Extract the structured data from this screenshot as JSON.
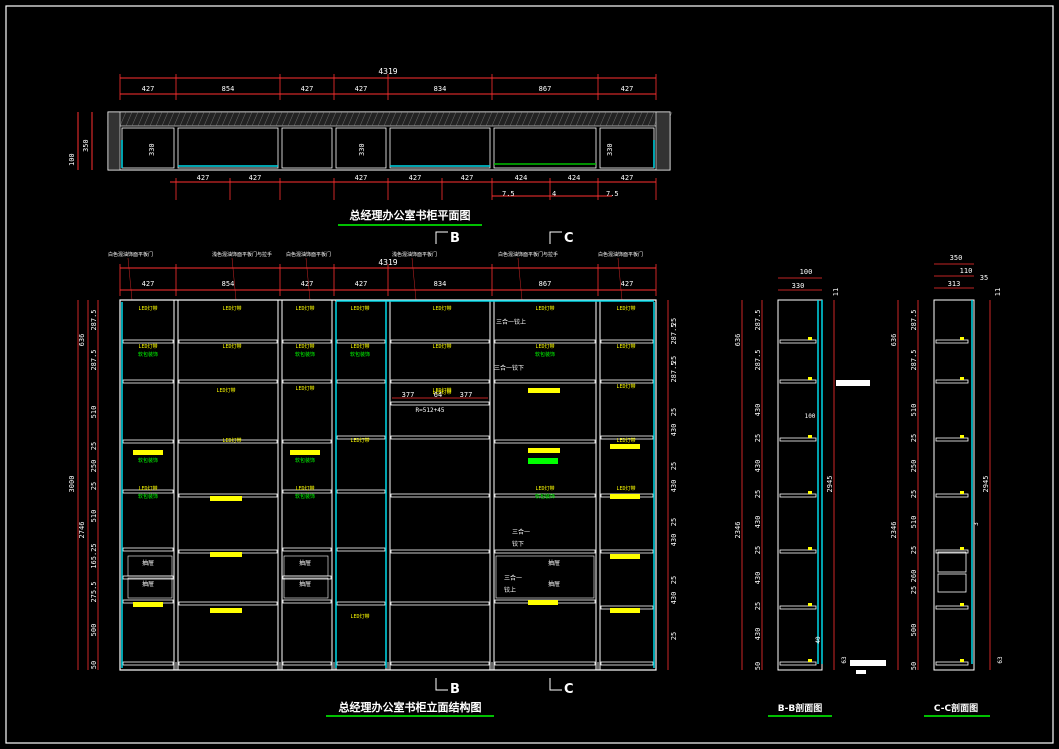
{
  "colors": {
    "background": "#000000",
    "dimension": "#ff3030",
    "frame": "#ffffff",
    "glass": "#00d8e8",
    "title": "#ffffff",
    "underline": "#00c000",
    "light": "#ffff00",
    "green_note": "#00ff00",
    "marker": "#ffff00"
  },
  "plan": {
    "title": "总经理办公室书柜平面图",
    "overall": "4319",
    "top_dims": [
      "427",
      "854",
      "427",
      "427",
      "834",
      "867",
      "427"
    ],
    "bottom_dims": [
      "427",
      "427",
      "427",
      "427",
      "427",
      "424",
      "424",
      "427"
    ],
    "small_dims": [
      "7.5",
      "4",
      "7.5"
    ],
    "left_dims": [
      "100",
      "350",
      "330"
    ],
    "depth_labels": [
      "330",
      "330"
    ]
  },
  "section_markers": {
    "b_top": "B",
    "c_top": "C",
    "b_bottom": "B",
    "c_bottom": "C"
  },
  "elevation": {
    "title": "总经理办公室书柜立面结构图",
    "overall": "4319",
    "top_dims": [
      "427",
      "854",
      "427",
      "427",
      "834",
      "867",
      "427"
    ],
    "notes_top": [
      "白色混油饰面平板门",
      "浅色混油饰面平板门与拉手",
      "白色混油饰面平板门",
      "浅色混油饰面平板门",
      "白色混油饰面平板门与拉手",
      "白色混油饰面平板门"
    ],
    "left_total": "3000",
    "left_total2": "2746",
    "left_dims": [
      "636",
      "287.5",
      "287.5",
      "510",
      "25",
      "250",
      "25",
      "510",
      "165.25",
      "275.5",
      "500",
      "50"
    ],
    "right_dims": [
      "25",
      "287.5",
      "25",
      "287.5",
      "25",
      "430",
      "25",
      "430",
      "25",
      "430",
      "25",
      "430",
      "25"
    ],
    "label_led": "LED灯带",
    "label_green": "软包装饰",
    "label_drawer": "抽屉",
    "note_hinge_up": "三合一铰上",
    "note_hinge_down": "三合一铰下",
    "note_hinge2_up": "三合一",
    "note_hinge2_down": "铰下",
    "note_hinge3_up": "三合一",
    "note_hinge3_down": "铰上",
    "inner_dims": [
      "377",
      "64",
      "377"
    ],
    "inner_note": "R=512+45"
  },
  "section_b": {
    "title": "B-B剖面图",
    "top_dims": [
      "100",
      "330",
      "11"
    ],
    "left_dims": [
      "636",
      "287.5",
      "287.5",
      "430",
      "25",
      "430",
      "25",
      "430",
      "25",
      "430",
      "25",
      "430",
      "50"
    ],
    "left_total": "2346",
    "right_dim": "2945",
    "side_dims": [
      "100",
      "40",
      "63"
    ]
  },
  "section_c": {
    "title": "C-C剖面图",
    "top_dims": [
      "350",
      "110",
      "35",
      "313",
      "11"
    ],
    "left_dims": [
      "636",
      "287.5",
      "287.5",
      "510",
      "25",
      "250",
      "25",
      "510",
      "25",
      "260",
      "25",
      "500",
      "50"
    ],
    "left_total": "2346",
    "right_dim": "2945",
    "right_dim2": "3",
    "bottom_dim": "63"
  }
}
